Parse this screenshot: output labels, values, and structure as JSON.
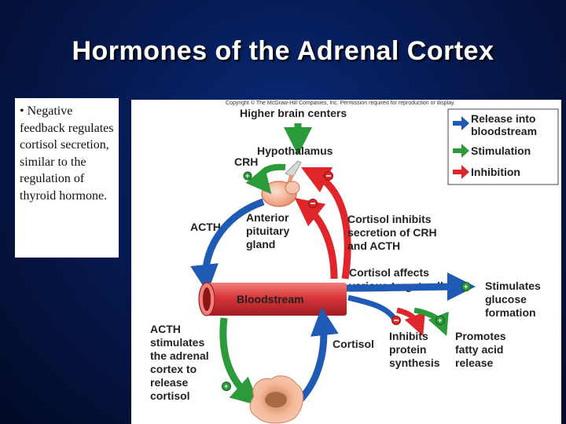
{
  "slide": {
    "title": "Hormones of the Adrenal Cortex",
    "note": "• Negative feedback regulates cortisol secretion, similar to the regulation of thyroid hormone."
  },
  "figure": {
    "copyright": "Copyright © The McGraw-Hill Companies, Inc. Permission required for reproduction or display.",
    "higher_brain": "Higher brain centers",
    "hypothalamus": "Hypothalamus",
    "crh": "CRH",
    "acth": "ACTH",
    "anterior_pituitary": [
      "Anterior",
      "pituitary",
      "gland"
    ],
    "cortisol_inhibits": [
      "Cortisol inhibits",
      "secretion of CRH",
      "and ACTH"
    ],
    "cortisol_affects": [
      "Cortisol affects",
      "various target cells"
    ],
    "bloodstream": "Bloodstream",
    "acth_stimulates": [
      "ACTH",
      "stimulates",
      "the adrenal",
      "cortex to",
      "release",
      "cortisol"
    ],
    "cortisol": "Cortisol",
    "stimulates_glucose": [
      "Stimulates",
      "glucose",
      "formation"
    ],
    "inhibits_protein": [
      "Inhibits",
      "protein",
      "synthesis"
    ],
    "promotes_fatty": [
      "Promotes",
      "fatty acid",
      "release"
    ],
    "legend": {
      "release": [
        "Release into",
        "bloodstream"
      ],
      "stimulation": "Stimulation",
      "inhibition": "Inhibition"
    },
    "colors": {
      "blue": "#1f5bb5",
      "green": "#2a9a3a",
      "red": "#e0262a",
      "vessel": "#d9353a"
    }
  }
}
